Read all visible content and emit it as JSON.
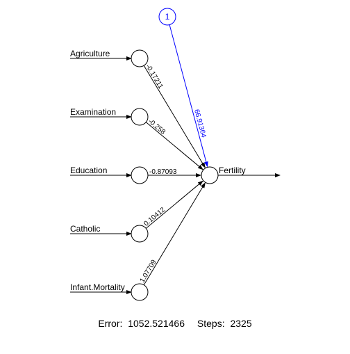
{
  "inputs": [
    {
      "label": "Agriculture",
      "weight": "-0.17211"
    },
    {
      "label": "Examination",
      "weight": "-0.258"
    },
    {
      "label": "Education",
      "weight": "-0.87093"
    },
    {
      "label": "Catholic",
      "weight": "0.10412"
    },
    {
      "label": "Infant.Mortality",
      "weight": "1.07709"
    }
  ],
  "bias": {
    "label": "1",
    "weight": "66.91364"
  },
  "output": {
    "label": "Fertility"
  },
  "footer": {
    "error_label": "Error:",
    "error_value": "1052.521466",
    "steps_label": "Steps:",
    "steps_value": "2325"
  },
  "colors": {
    "line": "#000000",
    "bias": "#0000ff",
    "node_fill": "#ffffff"
  }
}
